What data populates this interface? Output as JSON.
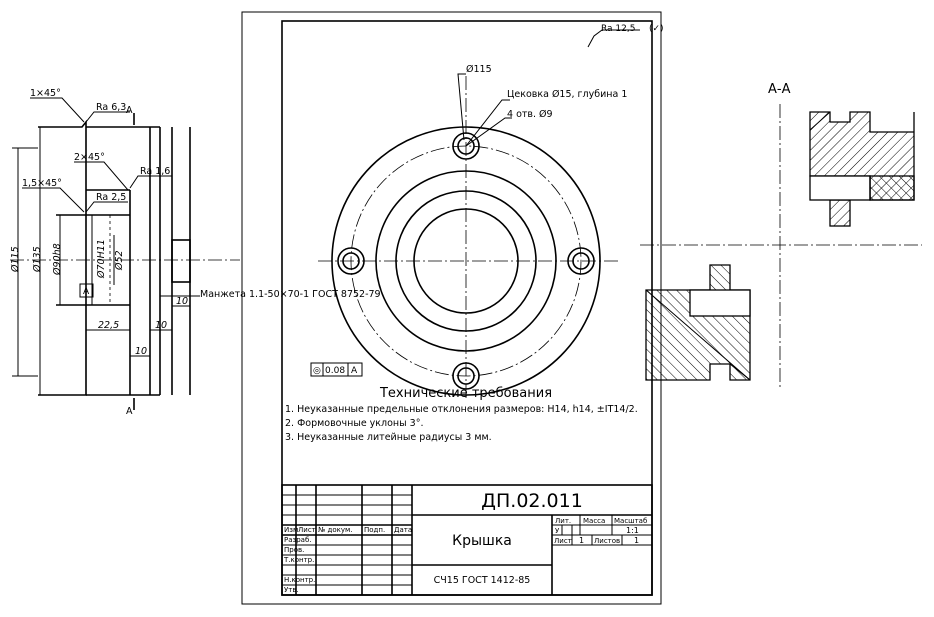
{
  "section_label": "А-А",
  "surface_finish": {
    "general": "Ra 12,5",
    "general_mark": "(✓)",
    "r1": "Ra 6,3",
    "r2": "Ra 1,6",
    "r3": "Ra 2,5"
  },
  "chamfers": {
    "c1": "1×45°",
    "c2": "2×45°",
    "c3": "1,5×45°"
  },
  "cut_marks": {
    "top": "А",
    "bottom": "А"
  },
  "dimensions": {
    "d115": "Ø115",
    "d135": "Ø135",
    "d90": "Ø90h8",
    "d70": "Ø70H11",
    "d52": "Ø52",
    "l22": "22,5",
    "l10a": "10",
    "l10b": "10",
    "l10c": "10",
    "datum": "A"
  },
  "seal_note": "Манжета 1.1-50×70-1 ГОСТ 8752-79",
  "plan_callouts": {
    "bolt_circle": "Ø115",
    "counterbore": "Цековка Ø15, глубина 1",
    "holes": "4 отв. Ø9"
  },
  "tolerance_frame": {
    "symbol": "◎",
    "value": "0.08",
    "datum": "A"
  },
  "requirements": {
    "title": "Технические требования",
    "items": [
      "1. Неуказанные предельные отклонения размеров: H14, h14, ±IT14/2.",
      "2. Формовочные уклоны 3°.",
      "3. Неуказанные литейные радиусы 3 мм."
    ]
  },
  "title_block": {
    "designation": "ДП.02.011",
    "part_name": "Крышка",
    "material": "СЧ15 ГОСТ 1412-85",
    "col_headers": [
      "Изм",
      "Лист",
      "№ докум.",
      "Подп.",
      "Дата"
    ],
    "roles": [
      "Разраб.",
      "Пров.",
      "Т.контр.",
      "Н.контр.",
      "Утв."
    ],
    "lit_label": "Лит.",
    "mass_label": "Масса",
    "scale_label": "Масштаб",
    "lit_value": "У",
    "scale_value": "1:1",
    "sheet_label": "Лист",
    "sheet_value": "1",
    "sheets_label": "Листов",
    "sheets_value": "1"
  }
}
